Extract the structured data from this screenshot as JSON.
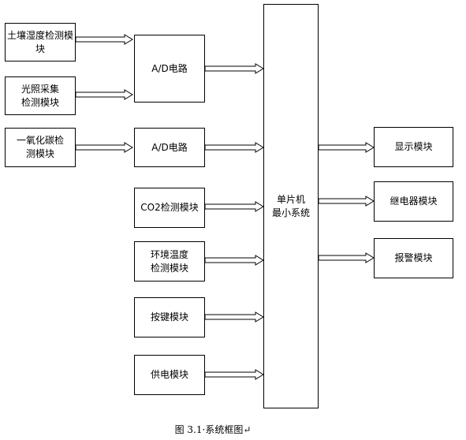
{
  "modules": {
    "soil": [
      "土壤湿度检测模",
      "块"
    ],
    "light": [
      "光照采集",
      "检测模块"
    ],
    "ad1": "A/D电路",
    "co": [
      "一氧化碳检",
      "测模块"
    ],
    "ad2": "A/D电路",
    "co2": "CO2检测模块",
    "env": [
      "环境温度",
      "检测模块"
    ],
    "key": "按键模块",
    "power": "供电模块",
    "mcu": [
      "单片机",
      "最小系统"
    ],
    "display": "显示模块",
    "relay": "继电器模块",
    "alarm": "报警模块"
  },
  "caption": "图 3.1·系统框图↵"
}
